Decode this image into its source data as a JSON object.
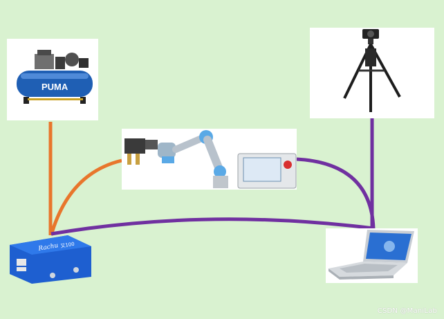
{
  "compressor": {
    "brand_label": "PUMA"
  },
  "controller": {
    "brand_label": "Rachu",
    "model_label": "又100"
  },
  "watermark": "CSDN @ManiLab",
  "colors": {
    "background": "#d9f2d0",
    "orange_link": "#e8762c",
    "purple_link": "#7030a0"
  }
}
